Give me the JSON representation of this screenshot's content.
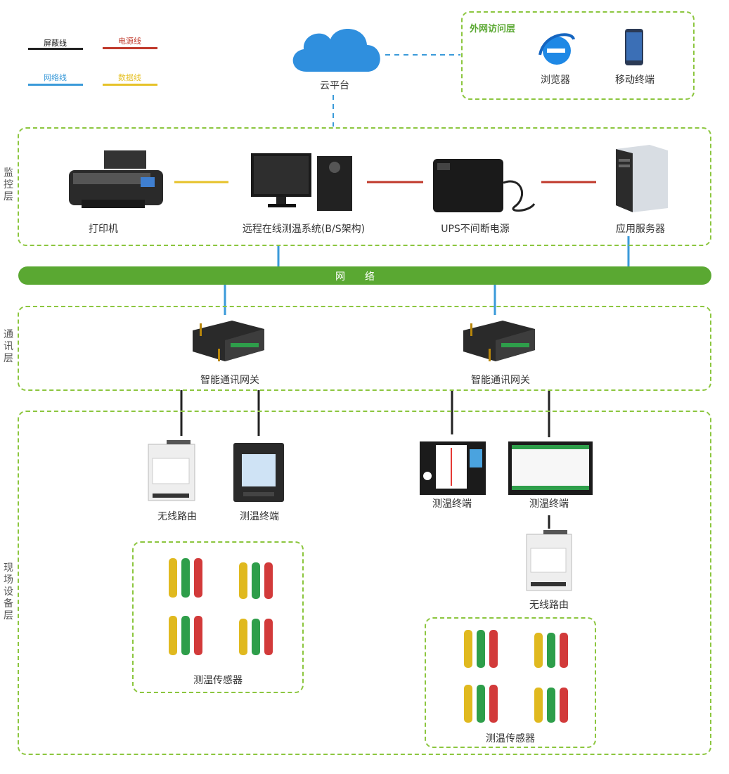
{
  "legend": [
    {
      "label": "屏蔽线",
      "color": "#222222"
    },
    {
      "label": "电源线",
      "color": "#c0392b"
    },
    {
      "label": "网络线",
      "color": "#3a9ad9"
    },
    {
      "label": "数据线",
      "color": "#e6c229"
    }
  ],
  "cloud": {
    "label": "云平台"
  },
  "external": {
    "title": "外网访问层",
    "browser": "浏览器",
    "mobile": "移动终端"
  },
  "layers": {
    "monitor": "监控层",
    "comm": "通讯层",
    "field": "现场设备层"
  },
  "monitor": {
    "printer": "打印机",
    "system": "远程在线测温系统(B/S架构)",
    "ups": "UPS不间断电源",
    "server": "应用服务器"
  },
  "network": {
    "label": "网络"
  },
  "gateways": [
    "智能通讯网关",
    "智能通讯网关"
  ],
  "field": {
    "router_left": "无线路由",
    "terminal_left": "测温终端",
    "terminal_mid": "测温终端",
    "terminal_right": "测温终端",
    "router_right": "无线路由",
    "sensors_left": "测温传感器",
    "sensors_right": "测温传感器"
  },
  "colors": {
    "zone": "#8cc63f",
    "network_bar": "#5aa832",
    "cloud": "#2f8fde"
  }
}
